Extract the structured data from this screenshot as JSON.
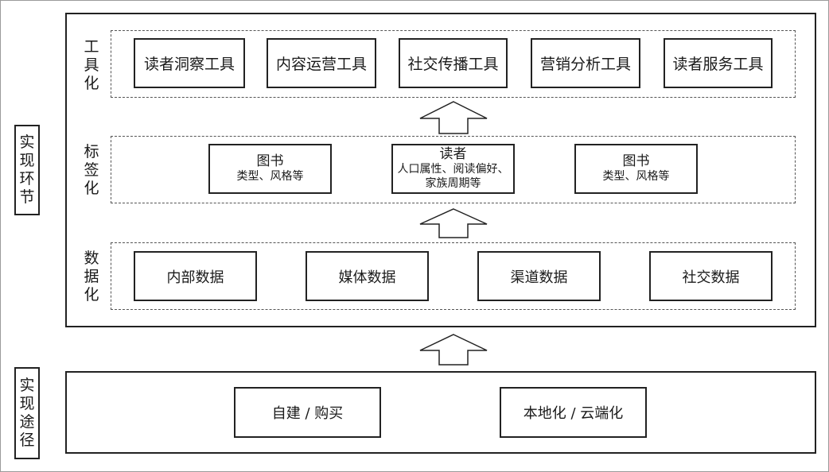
{
  "side_labels": {
    "implementation_steps": [
      "实",
      "现",
      "环",
      "节"
    ],
    "implementation_paths": [
      "实",
      "现",
      "途",
      "径"
    ]
  },
  "layers": {
    "tools": {
      "label": [
        "工",
        "具",
        "化"
      ],
      "items": [
        "读者洞察工具",
        "内容运营工具",
        "社交传播工具",
        "营销分析工具",
        "读者服务工具"
      ]
    },
    "tags": {
      "label": [
        "标",
        "签",
        "化"
      ],
      "items": [
        {
          "title": "图书",
          "line1": "类型、风格等",
          "line2": ""
        },
        {
          "title": "读者",
          "line1": "人口属性、阅读偏好、",
          "line2": "家族周期等"
        },
        {
          "title": "图书",
          "line1": "类型、风格等",
          "line2": ""
        }
      ]
    },
    "data": {
      "label": [
        "数",
        "据",
        "化"
      ],
      "items": [
        "内部数据",
        "媒体数据",
        "渠道数据",
        "社交数据"
      ]
    }
  },
  "paths": {
    "items": [
      "自建 / 购买",
      "本地化 / 云端化"
    ]
  }
}
